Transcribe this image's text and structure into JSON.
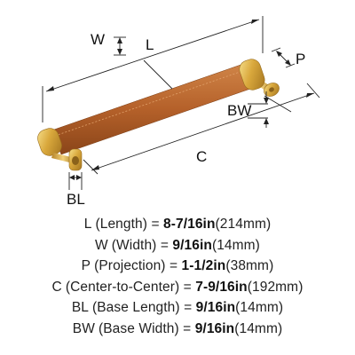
{
  "diagram": {
    "labels": {
      "w": "W",
      "l": "L",
      "p": "P",
      "bw": "BW",
      "c": "C",
      "bl": "BL"
    }
  },
  "specs": [
    {
      "abbr": "L",
      "name": "(Length)",
      "imperial": "8-7/16in",
      "metric": "(214mm)"
    },
    {
      "abbr": "W",
      "name": "(Width)",
      "imperial": "9/16in",
      "metric": "(14mm)"
    },
    {
      "abbr": "P",
      "name": "(Projection)",
      "imperial": "1-1/2in",
      "metric": "(38mm)"
    },
    {
      "abbr": "C",
      "name": "(Center-to-Center)",
      "imperial": "7-9/16in",
      "metric": "(192mm)"
    },
    {
      "abbr": "BL",
      "name": "(Base Length)",
      "imperial": "9/16in",
      "metric": "(14mm)"
    },
    {
      "abbr": "BW",
      "name": "(Base Width)",
      "imperial": "9/16in",
      "metric": "(14mm)"
    }
  ],
  "colors": {
    "leather": "#b5612a",
    "brass": "#d9a83c",
    "dimension_line": "#222222",
    "text": "#111111"
  }
}
